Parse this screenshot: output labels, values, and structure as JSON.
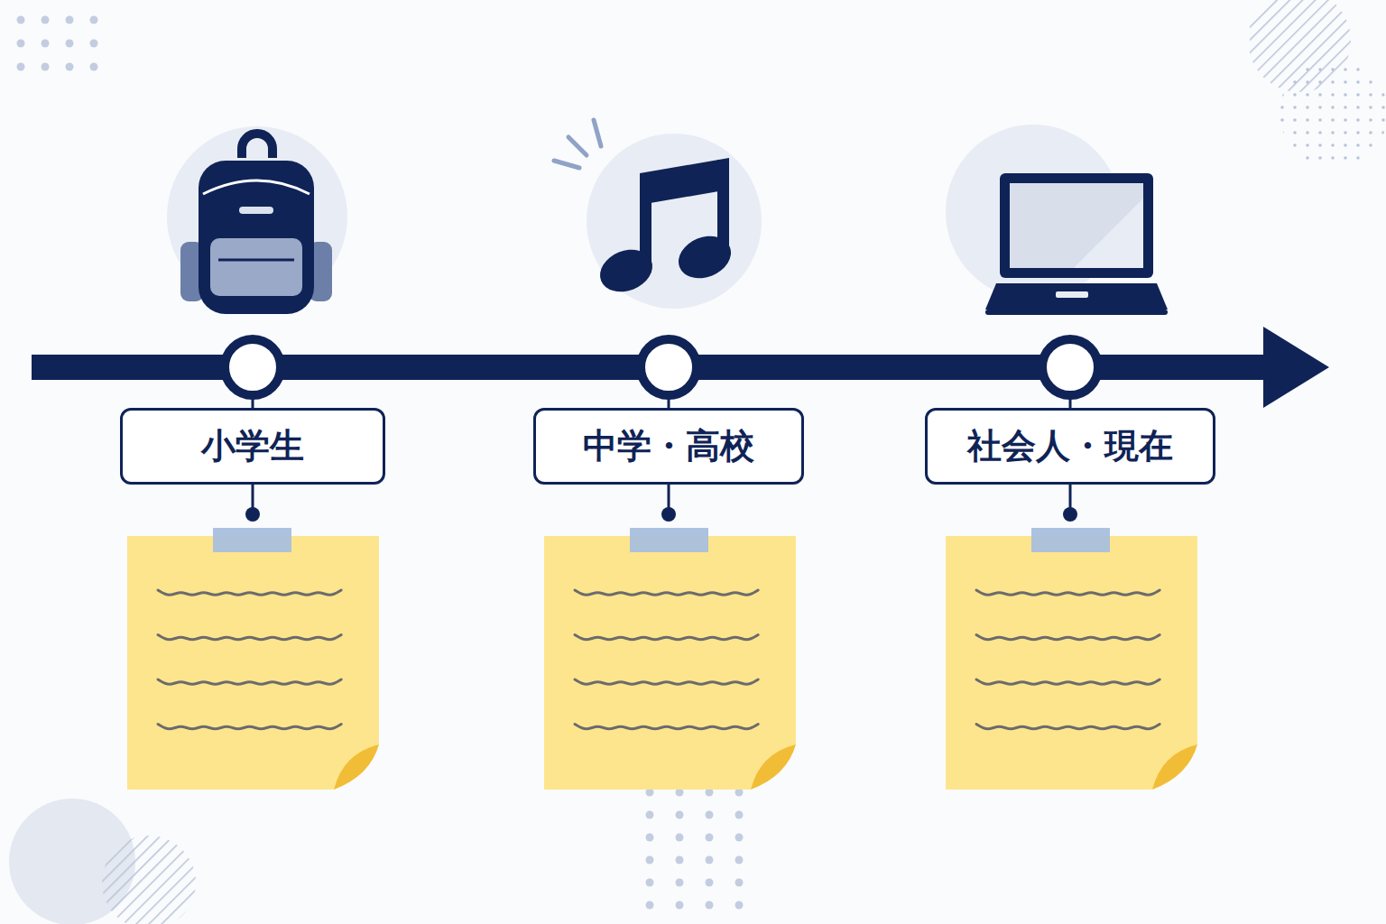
{
  "diagram": {
    "nodes": [
      {
        "text": [
          "小学生"
        ]
      },
      {
        "text": [
          "中学・高校"
        ]
      },
      {
        "text": [
          "社会人・現在"
        ]
      }
    ]
  }
}
